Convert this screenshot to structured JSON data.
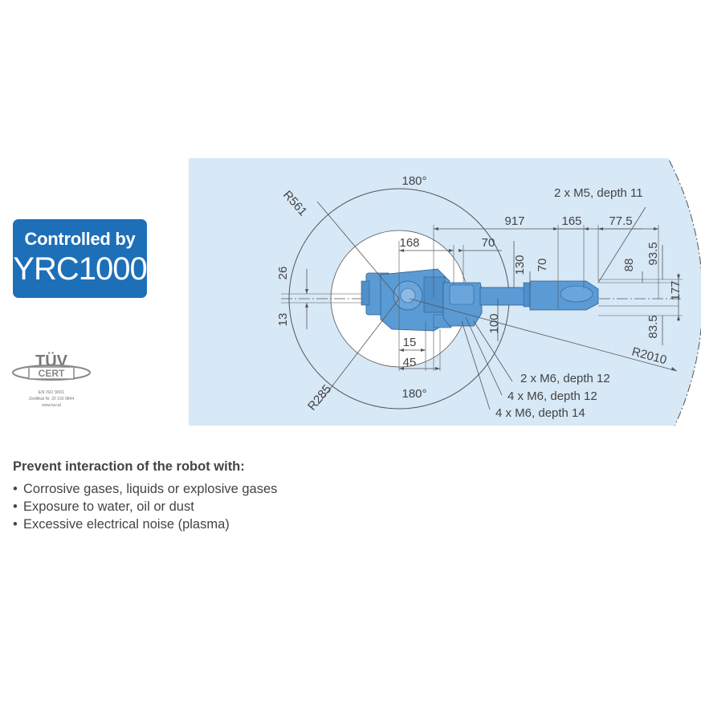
{
  "badge": {
    "line1": "Controlled by",
    "line2": "YRC1000"
  },
  "certification": {
    "brand_top": "TÜV",
    "brand_mid": "CERT",
    "line1": "EN ISO 9001",
    "line2": "Zertifikat Nr. 20 100 9844",
    "line3": "www.tuv.at"
  },
  "colors": {
    "background_panel": "#d7e8f7",
    "robot": "#5b9bd5",
    "accent_blue": "#1d6fb8",
    "line": "#4a4a4a"
  },
  "drawing": {
    "labels": {
      "angle_top": "180°",
      "angle_bottom": "180°",
      "r561": "R561",
      "r285": "R285",
      "r2010": "R2010",
      "d917": "917",
      "d165": "165",
      "d77_5": "77.5",
      "d168": "168",
      "d70_top": "70",
      "d130": "130",
      "d70_mid": "70",
      "d88": "88",
      "d93_5": "93.5",
      "d177": "177",
      "d83_5": "83.5",
      "d26": "26",
      "d13": "13",
      "d100": "100",
      "d15": "15",
      "d45": "45",
      "m5_note": "2 x M5, depth 11",
      "m6_12a": "2 x M6, depth 12",
      "m6_12b": "4 x M6, depth 12",
      "m6_14": "4 x M6, depth 14"
    }
  },
  "notes": {
    "heading": "Prevent interaction of the robot with:",
    "items": [
      "Corrosive gases, liquids or explosive gases",
      "Exposure to water, oil or dust",
      "Excessive electrical noise (plasma)"
    ]
  }
}
